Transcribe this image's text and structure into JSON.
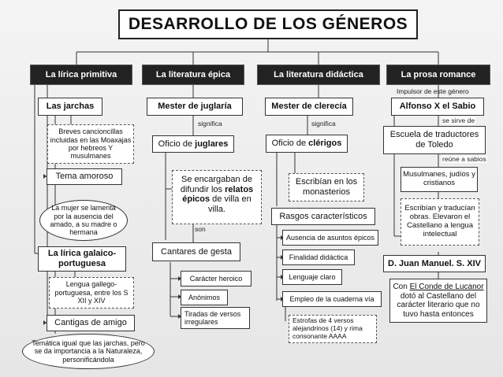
{
  "title": "DESARROLLO DE LOS GÉNEROS",
  "headers": {
    "lirica": "La lírica primitiva",
    "epica": "La literatura épica",
    "didactica": "La literatura didáctica",
    "prosa": "La prosa romance"
  },
  "lirica": {
    "jarchas": "Las jarchas",
    "jarchas_desc": "Breves cancioncillas incluidas en las Moaxajas por hebreos Y musulmanes",
    "tema": "Tema amoroso",
    "mujer": "La mujer se lamenta por la ausencia del amado, a su madre o hermana",
    "galaico": "La lírica galaico-portuguesa",
    "lengua": "Lengua gallego-portuguesa, entre los S XII y XIV",
    "cantigas": "Cantigas de amigo",
    "tematica": "Temática igual que las jarchas, pero se da importancia a la Naturaleza, personificándola"
  },
  "epica": {
    "mester": "Mester de juglaría",
    "significa": "significa",
    "oficio_prefix": "Oficio de ",
    "oficio_bold": "juglares",
    "encargaban_1": "Se encargaban de difundir los ",
    "encargaban_bold": "relatos épicos",
    "encargaban_2": " de villa en villa.",
    "son": "son",
    "cantares": "Cantares de gesta",
    "rasgos": [
      "Carácter heroico",
      "Anónimos",
      "Tiradas de versos irregulares"
    ]
  },
  "didactica": {
    "mester": "Mester de clerecía",
    "significa": "significa",
    "oficio_prefix": "Oficio de ",
    "oficio_bold": "clérigos",
    "escribian": "Escribían en los monasterios",
    "rasgos_title": "Rasgos característicos",
    "rasgos": [
      "Ausencia de asuntos épicos",
      "Finalidad didáctica",
      "Lenguaje claro",
      "Empleo de la cuaderna vía"
    ],
    "estrofas": "Estrofas de 4 versos alejandrinos (14) y rima consonante AAAA"
  },
  "prosa": {
    "impulsor": "Impulsor de este género",
    "alfonso": "Alfonso X el Sabio",
    "se_sirve": "se sirve de",
    "escuela": "Escuela de traductores de Toledo",
    "reune": "reúne a sabios",
    "musulmanes": "Musulmanes, judíos y cristianos",
    "escribian": "Escribían y traducían obras. Elevaron el Castellano a lengua intelectual",
    "juan": "D. Juan Manuel. S. XIV",
    "conde_pre": "Con ",
    "conde_link": "El Conde de Lucanor",
    "conde_post": " dotó al Castellano del carácter literario que no tuvo hasta entonces"
  }
}
